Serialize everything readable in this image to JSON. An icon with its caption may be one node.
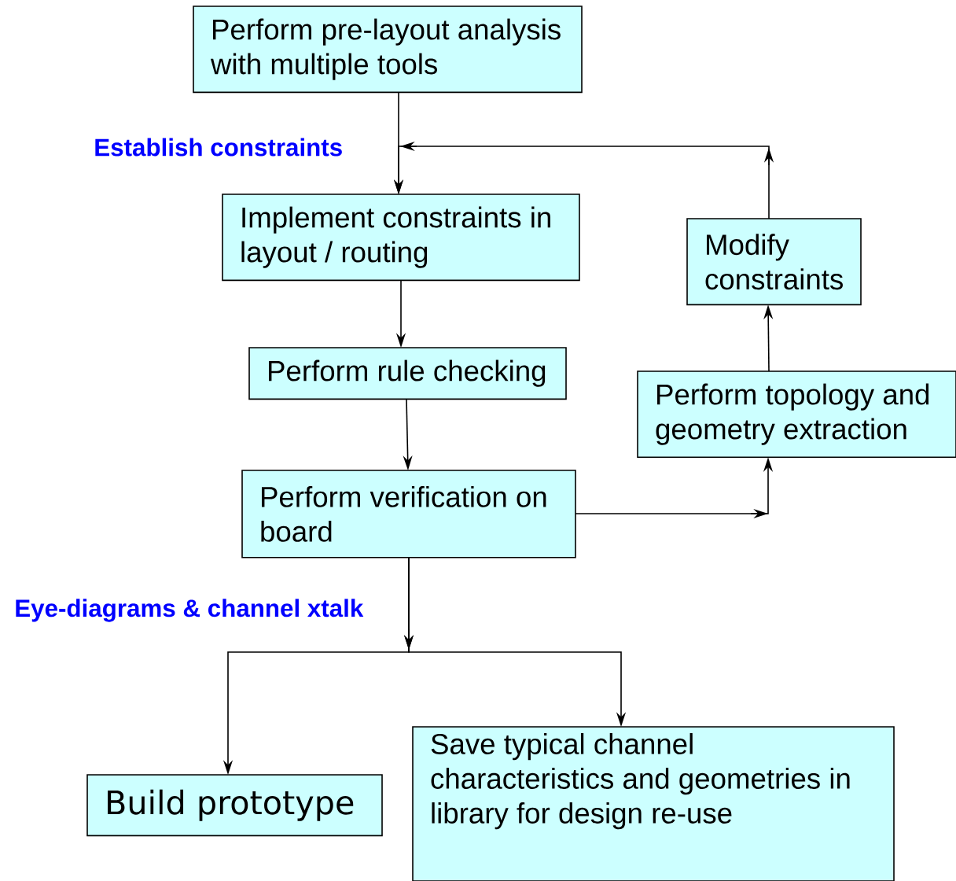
{
  "diagram": {
    "nodes": [
      {
        "text": [
          "Perform pre-layout analysis with multiple tools"
        ]
      },
      {
        "text": [
          "Implement constraints in layout / routing"
        ]
      },
      {
        "text": [
          "Perform rule checking"
        ]
      },
      {
        "text": [
          "Perform verification on board"
        ]
      },
      {
        "text": [
          "Modify constraints"
        ]
      },
      {
        "text": [
          "Perform topology and geometry extraction"
        ]
      },
      {
        "text": [
          "Build prototype"
        ]
      },
      {
        "text": [
          "Save typical channel characteristics and geometries in library for design re-use"
        ]
      }
    ],
    "edges": [
      {
        "from": 0,
        "to": 1,
        "arrow": "to"
      },
      {
        "from": 1,
        "to": 2,
        "arrow": "to"
      },
      {
        "from": 2,
        "to": 3,
        "arrow": "to"
      },
      {
        "from": 3,
        "to": 5,
        "arrow": "to"
      },
      {
        "from": 5,
        "to": 4,
        "arrow": "to"
      },
      {
        "from": 4,
        "to": 1,
        "arrow": "to"
      },
      {
        "from": 3,
        "to": 6,
        "arrow": "to"
      },
      {
        "from": 3,
        "to": 7,
        "arrow": "to"
      }
    ],
    "labels": [
      "Establish constraints",
      "Eye-diagrams & channel xtalk"
    ]
  }
}
